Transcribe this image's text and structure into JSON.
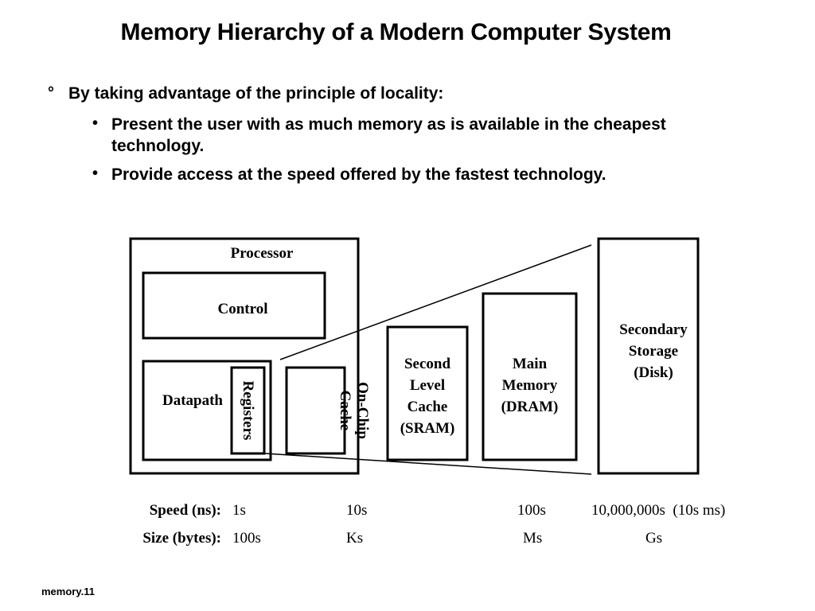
{
  "title": "Memory Hierarchy of a Modern Computer System",
  "intro": {
    "marker": "°",
    "text": "By taking advantage of the principle of locality:"
  },
  "bullets": [
    {
      "marker": "•",
      "text": "Present the user with as much memory as is available in the cheapest technology."
    },
    {
      "marker": "•",
      "text": "Provide access at the speed offered by the fastest technology."
    }
  ],
  "diagram": {
    "processor": "Processor",
    "control": "Control",
    "datapath": "Datapath",
    "registers": "Registers",
    "on_chip_cache": "On-Chip Cache",
    "second_level_cache": [
      "Second",
      "Level",
      "Cache",
      "(SRAM)"
    ],
    "main_memory": [
      "Main",
      "Memory",
      "(DRAM)"
    ],
    "secondary_storage": [
      "Secondary",
      "Storage",
      "(Disk)"
    ]
  },
  "table": {
    "speed_label": "Speed (ns):",
    "size_label": "Size (bytes):",
    "speed": [
      "1s",
      "10s",
      "100s",
      "10,000,000s  (10s ms)"
    ],
    "size": [
      "100s",
      "Ks",
      "Ms",
      "Gs"
    ]
  },
  "footer": "memory.11"
}
